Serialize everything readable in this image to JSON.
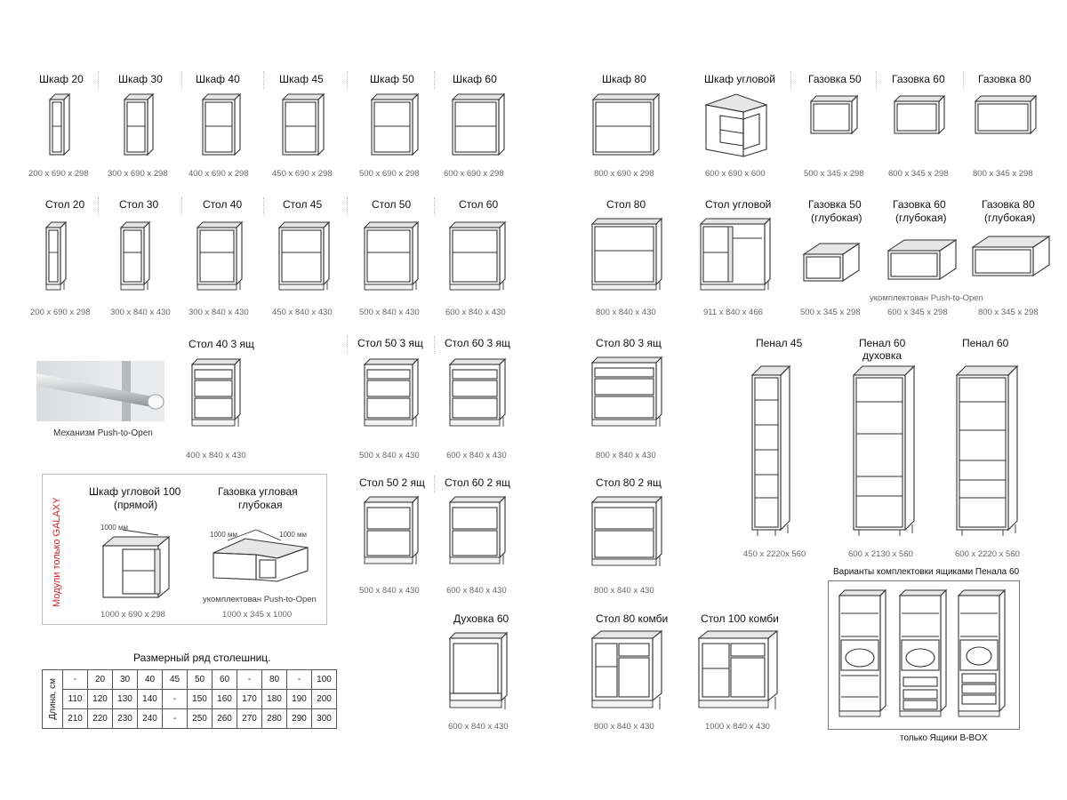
{
  "wall_cabinets": [
    {
      "title": "Шкаф 20",
      "dims": "200 x 690 x 298"
    },
    {
      "title": "Шкаф 30",
      "dims": "300 x 690 x 298"
    },
    {
      "title": "Шкаф 40",
      "dims": "400 x 690 x 298"
    },
    {
      "title": "Шкаф 45",
      "dims": "450 x 690 x 298"
    },
    {
      "title": "Шкаф 50",
      "dims": "500 x 690 x 298"
    },
    {
      "title": "Шкаф 60",
      "dims": "600 x 690 x 298"
    },
    {
      "title": "Шкаф 80",
      "dims": "800 x 690 x 298"
    },
    {
      "title": "Шкаф угловой",
      "dims": "600 x 690 x 600"
    },
    {
      "title": "Газовка 50",
      "dims": "500 x 345 x 298"
    },
    {
      "title": "Газовка 60",
      "dims": "600 x 345 x 298"
    },
    {
      "title": "Газовка 80",
      "dims": "800 x 345 x 298"
    }
  ],
  "base_cabinets": [
    {
      "title": "Стол 20",
      "dims": "200 x 690 x 298"
    },
    {
      "title": "Стол 30",
      "dims": "300 x 840 x 430"
    },
    {
      "title": "Стол 40",
      "dims": "300 x 840 x 430"
    },
    {
      "title": "Стол 45",
      "dims": "450 x 840 x 430"
    },
    {
      "title": "Стол 50",
      "dims": "500 x 840 x 430"
    },
    {
      "title": "Стол 60",
      "dims": "600 x 840 x 430"
    },
    {
      "title": "Стол 80",
      "dims": "800 x 840 x 430"
    },
    {
      "title": "Стол угловой",
      "dims": "911 x 840 x 466"
    }
  ],
  "deep_gas": [
    {
      "title1": "Газовка 50",
      "title2": "(глубокая)",
      "dims": "500 x 345 x 298"
    },
    {
      "title1": "Газовка 60",
      "title2": "(глубокая)",
      "dims": "600 x 345 x 298"
    },
    {
      "title1": "Газовка 80",
      "title2": "(глубокая)",
      "dims": "800 x 345 x 298"
    }
  ],
  "push_note": "укомплектован Push-to-Open",
  "drawers": [
    {
      "title": "Стол 40 3 ящ",
      "dims": "400 x 840 x 430"
    },
    {
      "title": "Стол 50 3 ящ",
      "dims": "500 x 840 x 430"
    },
    {
      "title": "Стол 60 3 ящ",
      "dims": "600 x 840 x 430"
    },
    {
      "title": "Стол 80 3 ящ",
      "dims": "800 x 840 x 430"
    },
    {
      "title": "Стол 50 2 ящ",
      "dims": "500 x 840 x 430"
    },
    {
      "title": "Стол 60 2 ящ",
      "dims": "600 x 840 x 430"
    },
    {
      "title": "Стол 80 2 ящ",
      "dims": "800 x 840 x 430"
    }
  ],
  "mechanism_caption": "Механизм Push-to-Open",
  "tall": [
    {
      "title1": "Пенал 45",
      "title2": "",
      "dims": "450 x 2220x 560"
    },
    {
      "title1": "Пенал 60",
      "title2": "духовка",
      "dims": "600 x 2130 x 560"
    },
    {
      "title1": "Пенал 60",
      "title2": "",
      "dims": "600 x 2220 x 560"
    }
  ],
  "galaxy": {
    "side_label": "Модули только GALAXY",
    "corner_title1": "Шкаф угловой 100",
    "corner_title2": "(прямой)",
    "corner_mm": "1000 мм",
    "corner_dims": "1000 x 690 x 298",
    "gas_title1": "Газовка угловая",
    "gas_title2": "глубокая",
    "gas_mm_left": "1000 мм",
    "gas_mm_right": "1000 мм",
    "gas_note": "укомплектован Push-to-Open",
    "gas_dims": "1000 x 345 x 1000"
  },
  "oven": {
    "title": "Духовка 60",
    "dims": "600 x 840 x 430"
  },
  "combi": [
    {
      "title": "Стол 80 комби",
      "dims": "800 x 840 x 430"
    },
    {
      "title": "Стол 100 комби",
      "dims": "1000 x 840 x 430"
    }
  ],
  "variants": {
    "title": "Варианты комплектовки ящиками Пенала 60",
    "note": "только Ящики B-BOX"
  },
  "countertops": {
    "title": "Размерный ряд столешниц.",
    "side_label": "Длина, см",
    "rows": [
      [
        "-",
        "20",
        "30",
        "40",
        "45",
        "50",
        "60",
        "-",
        "80",
        "-",
        "100"
      ],
      [
        "110",
        "120",
        "130",
        "140",
        "-",
        "150",
        "160",
        "170",
        "180",
        "190",
        "200"
      ],
      [
        "210",
        "220",
        "230",
        "240",
        "-",
        "250",
        "260",
        "270",
        "280",
        "290",
        "300"
      ]
    ]
  }
}
